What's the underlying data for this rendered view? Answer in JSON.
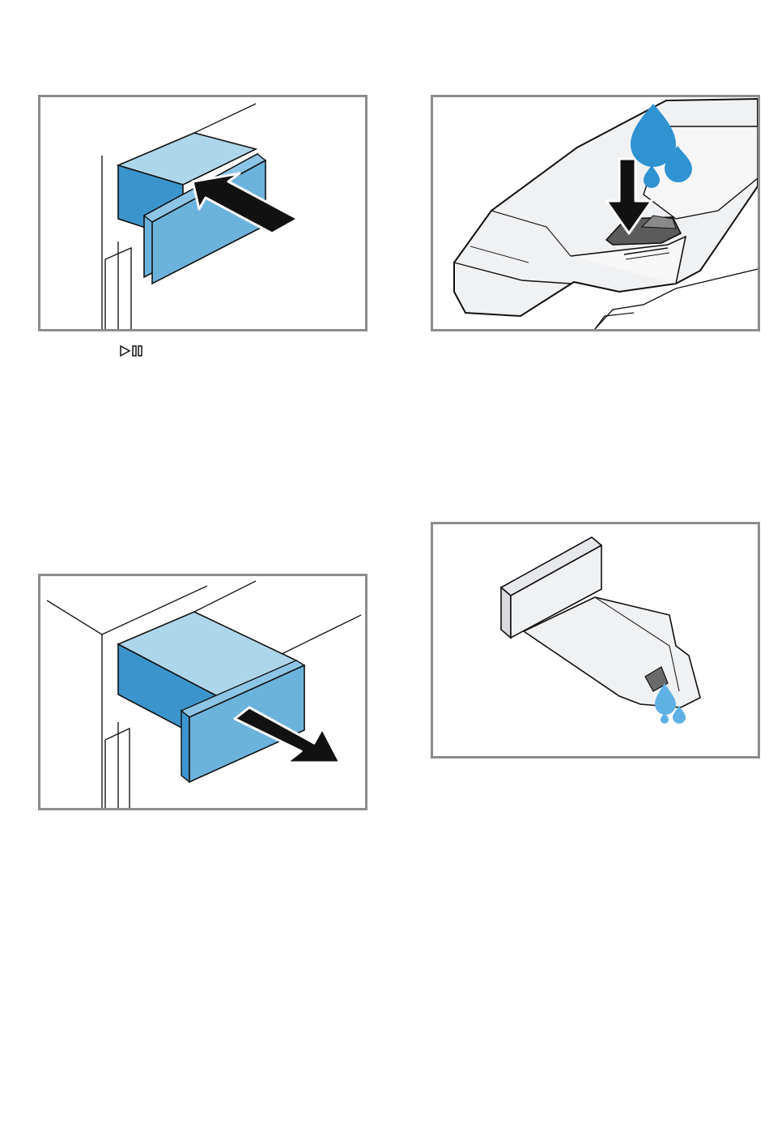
{
  "figures": [
    {
      "id": "insert-drawer",
      "icon": "arrow-push-icon"
    },
    {
      "id": "fill-dispenser",
      "icon": "water-drops-icon"
    },
    {
      "id": "pull-out-drawer",
      "icon": "arrow-pull-icon"
    },
    {
      "id": "drip-insert",
      "icon": "water-drops-icon"
    }
  ],
  "caption": {
    "icon": "start-pause-icon",
    "text": ""
  },
  "colors": {
    "frame": "#8c8c8c",
    "drawer_top": "#aed6ea",
    "drawer_front": "#6cb3dc",
    "drawer_side": "#3b95cc",
    "drop": "#2f93d2",
    "drop_light": "#5fb1e3",
    "insert_grey": "#f0f1f3",
    "arrow": "#111111"
  }
}
